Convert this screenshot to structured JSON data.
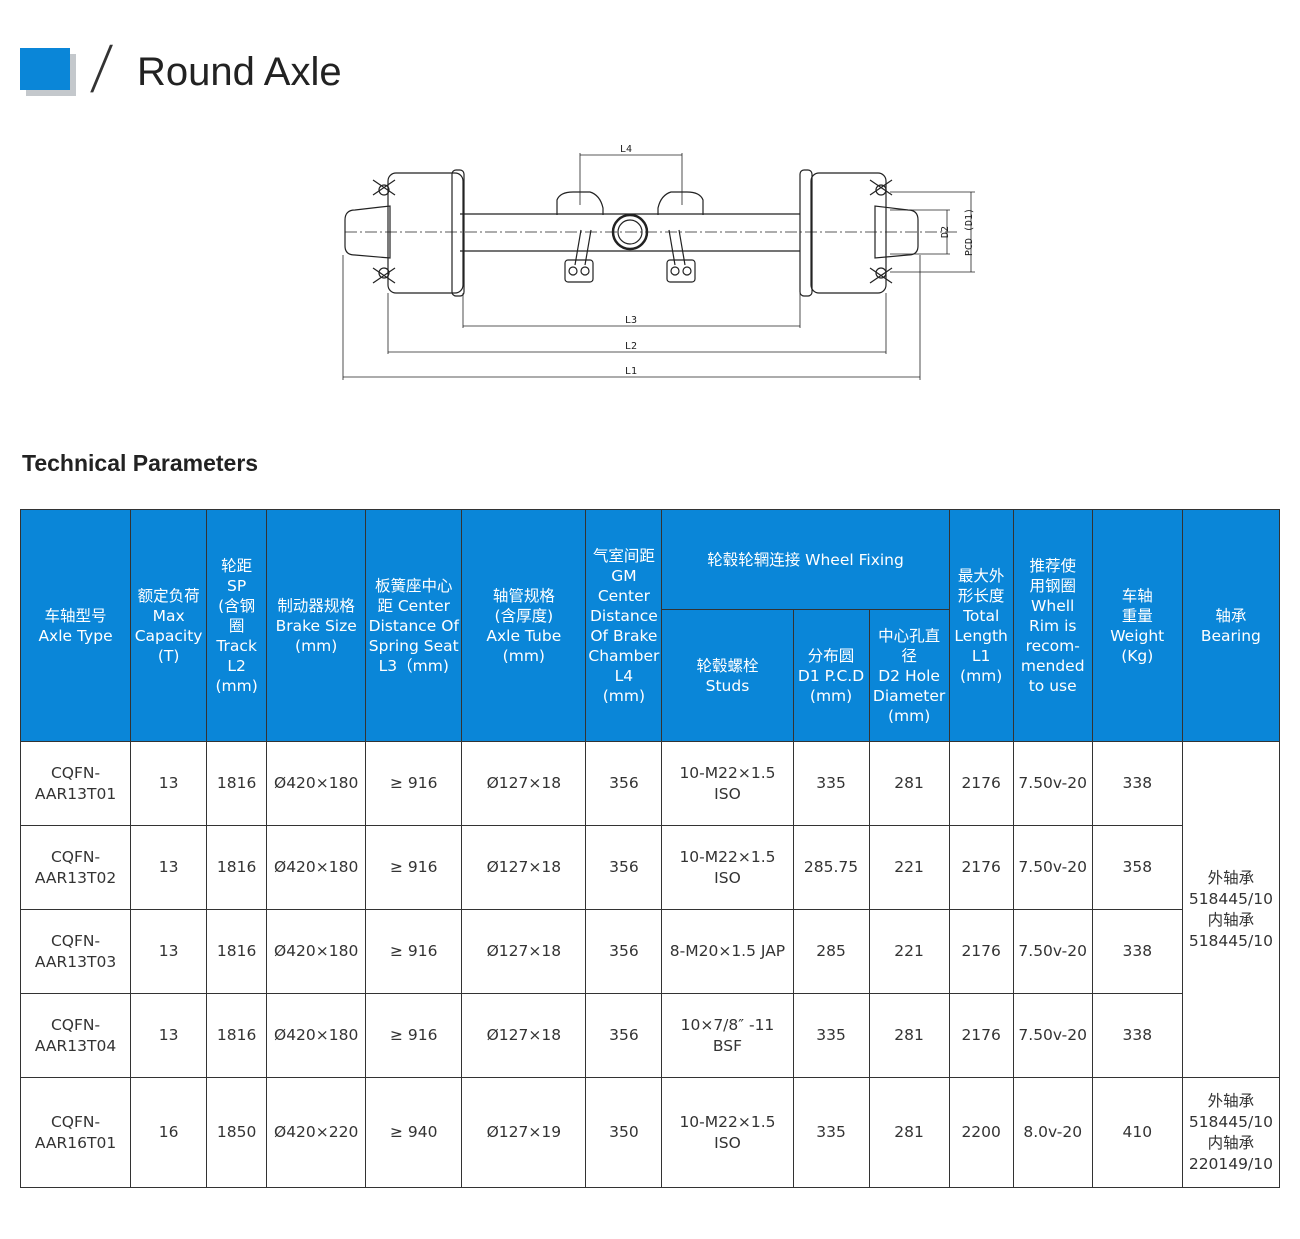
{
  "header": {
    "title": "Round Axle",
    "slash": "/",
    "accent_color": "#0a86d8"
  },
  "diagram": {
    "labels": {
      "l4": "L4",
      "l3": "L3",
      "l2": "L2",
      "l1": "L1",
      "d2": "D2",
      "pcd": "PCD (D1)"
    }
  },
  "section_title": "Technical Parameters",
  "table": {
    "headers": {
      "axle_type": "车轴型号\nAxle Type",
      "capacity": "额定负荷\nMax\nCapacity\n(T)",
      "track": "轮距\nSP\n(含钢\n圈\nTrack\nL2\n(mm)",
      "brake": "制动器规格\nBrake Size\n(mm)",
      "spring_seat": "板簧座中心\n距 Center\nDistance Of\nSpring Seat\nL3（mm)",
      "tube": "轴管规格\n(含厚度)\nAxle Tube\n(mm)",
      "chamber": "气室间距\nGM\nCenter\nDistance\nOf Brake\nChamber\nL4\n(mm)",
      "wheel_fixing": "轮毂轮辋连接 Wheel Fixing",
      "studs": "轮毂螺栓\nStuds",
      "pcd": "分布圆\nD1 P.C.D\n(mm)",
      "hole": "中心孔直\n径\nD2 Hole\nDiameter\n(mm)",
      "length": "最大外\n形长度\nTotal\nLength\nL1\n(mm)",
      "rim": "推荐使\n用钢圈\nWhell\nRim is\nrecom-\nmended\nto use",
      "weight": "车轴\n重量\nWeight\n(Kg)",
      "bearing": "轴承\nBearing"
    },
    "rows": [
      {
        "type": "CQFN-\nAAR13T01",
        "capacity": "13",
        "track": "1816",
        "brake": "Ø420×180",
        "spring": "≥ 916",
        "tube": "Ø127×18",
        "chamber": "356",
        "studs": "10-M22×1.5\nISO",
        "pcd": "335",
        "hole": "281",
        "length": "2176",
        "rim": "7.50v-20",
        "weight": "338"
      },
      {
        "type": "CQFN-\nAAR13T02",
        "capacity": "13",
        "track": "1816",
        "brake": "Ø420×180",
        "spring": "≥ 916",
        "tube": "Ø127×18",
        "chamber": "356",
        "studs": "10-M22×1.5\nISO",
        "pcd": "285.75",
        "hole": "221",
        "length": "2176",
        "rim": "7.50v-20",
        "weight": "358"
      },
      {
        "type": "CQFN-\nAAR13T03",
        "capacity": "13",
        "track": "1816",
        "brake": "Ø420×180",
        "spring": "≥ 916",
        "tube": "Ø127×18",
        "chamber": "356",
        "studs": "8-M20×1.5 JAP",
        "pcd": "285",
        "hole": "221",
        "length": "2176",
        "rim": "7.50v-20",
        "weight": "338"
      },
      {
        "type": "CQFN-\nAAR13T04",
        "capacity": "13",
        "track": "1816",
        "brake": "Ø420×180",
        "spring": "≥ 916",
        "tube": "Ø127×18",
        "chamber": "356",
        "studs": "10×7/8″ -11\nBSF",
        "pcd": "335",
        "hole": "281",
        "length": "2176",
        "rim": "7.50v-20",
        "weight": "338"
      },
      {
        "type": "CQFN-\nAAR16T01",
        "capacity": "16",
        "track": "1850",
        "brake": "Ø420×220",
        "spring": "≥ 940",
        "tube": "Ø127×19",
        "chamber": "350",
        "studs": "10-M22×1.5\nISO",
        "pcd": "335",
        "hole": "281",
        "length": "2200",
        "rim": "8.0v-20",
        "weight": "410"
      }
    ],
    "bearing_group_1": "外轴承\n518445/10\n内轴承\n518445/10",
    "bearing_group_2": "外轴承\n518445/10\n内轴承\n220149/10"
  }
}
